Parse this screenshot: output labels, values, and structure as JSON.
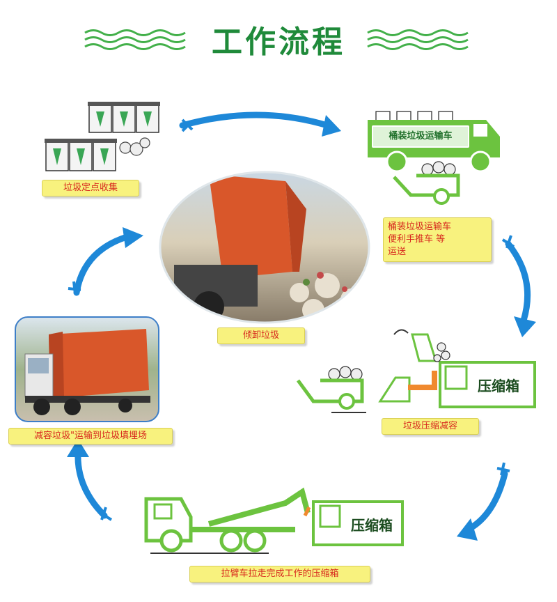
{
  "title": "工作流程",
  "truck_banner": "桶装垃圾运输车",
  "compress_box_label": "压缩箱",
  "steps": {
    "collect": "垃圾定点收集",
    "transport": [
      "桶装垃圾运输车",
      "便利手推车 等",
      "运送"
    ],
    "dump": "倾卸垃圾",
    "compress": "垃圾压缩减容",
    "hook": "拉臂车拉走完成工作的压缩箱",
    "landfill": "减容垃圾\"运输到垃圾填埋场"
  },
  "colors": {
    "title": "#1f8a3a",
    "green_truck": "#6cc33f",
    "arrow_blue": "#1e88d8",
    "label_bg": "#f8f27e",
    "label_text": "#d7281e",
    "orange": "#f0892e"
  },
  "icons": {
    "bins": "trash-bin-icon",
    "cart": "hand-cart-icon",
    "truck": "transport-truck-icon",
    "hook_truck": "hook-lift-truck-icon",
    "compactor": "compactor-icon"
  }
}
